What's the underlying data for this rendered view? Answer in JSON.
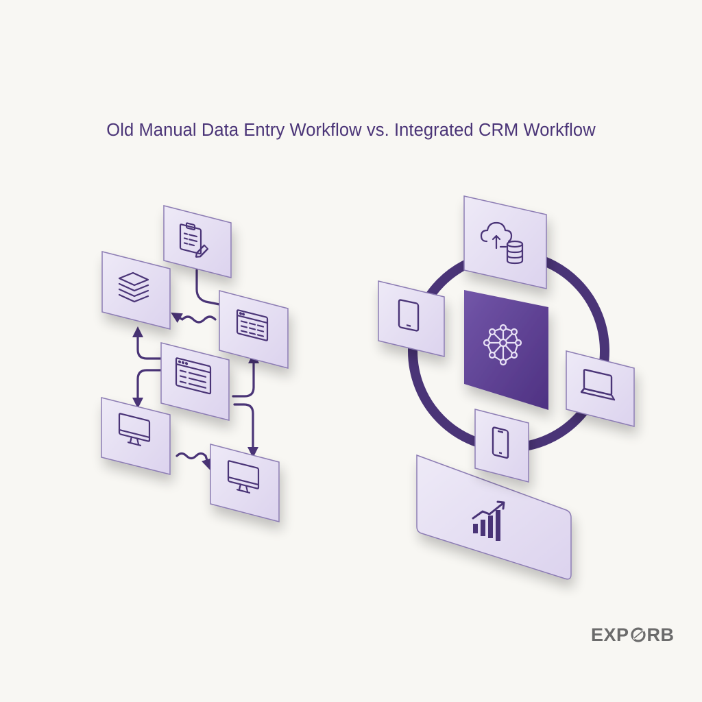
{
  "title": "Old Manual Data Entry Workflow vs. Integrated CRM Workflow",
  "brand": {
    "prefix": "EXP",
    "suffix": "RB"
  },
  "colors": {
    "background": "#f8f7f3",
    "accent": "#4a3477",
    "tile": "#e7e1f3",
    "hub": "#5e3f94",
    "icon": "#4a3477",
    "brand_text": "#6b6b6b"
  },
  "icons": {
    "old_workflow": [
      "clipboard-edit-icon",
      "layers-icon",
      "spreadsheet-window-icon",
      "spreadsheet-window-icon",
      "desktop-monitor-icon",
      "desktop-monitor-icon"
    ],
    "integrated_workflow": [
      "cloud-database-icon",
      "tablet-icon",
      "network-graph-icon",
      "laptop-icon",
      "smartphone-icon",
      "growth-chart-icon"
    ]
  }
}
